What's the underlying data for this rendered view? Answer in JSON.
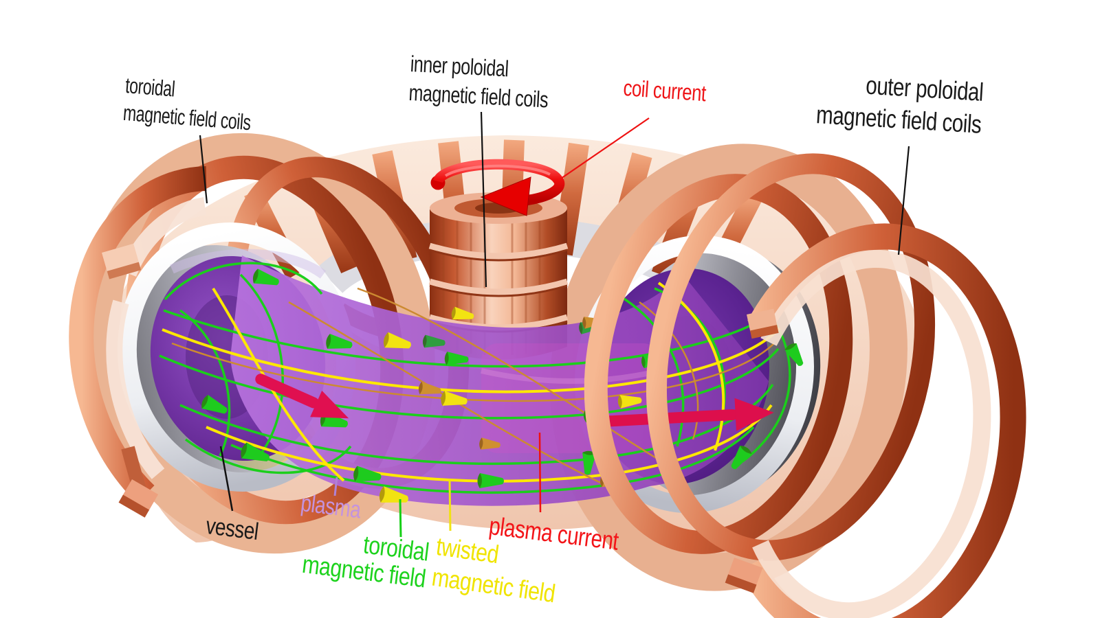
{
  "figure": {
    "diagram_type": "tokamak-3d-cutaway",
    "background": "#ffffff"
  },
  "labels": {
    "toroidal_coils": {
      "line1": "toroidal",
      "line2": "magnetic field coils",
      "color": "#1a1a1a"
    },
    "inner_poloidal_coils": {
      "line1": "inner poloidal",
      "line2": "magnetic field coils",
      "color": "#1a1a1a"
    },
    "coil_current": {
      "text": "coil current",
      "color": "#ee1316"
    },
    "outer_poloidal_coils": {
      "line1": "outer poloidal",
      "line2": "magnetic field coils",
      "color": "#1a1a1a"
    },
    "vessel": {
      "text": "vessel",
      "color": "#1a1a1a"
    },
    "plasma": {
      "text": "plasma",
      "color": "#c493de"
    },
    "toroidal_field": {
      "line1": "toroidal",
      "line2": "magnetic field",
      "color": "#1dd21d"
    },
    "twisted_field": {
      "line1": "twisted",
      "line2": "magnetic field",
      "color": "#f0e400"
    },
    "plasma_current": {
      "text": "plasma current",
      "color": "#f31418"
    }
  },
  "colors": {
    "copper_light": "#f6b892",
    "copper_mid": "#cf6a42",
    "copper_dark": "#8f3113",
    "pale_shell": "#f8e3d6",
    "plasma_band": "#a85fd2",
    "plasma_disc": "#5b2391",
    "vessel_white": "#f2f3f6",
    "vessel_gray": "#8f8f98",
    "field_green": "#1dd21d",
    "field_yellow": "#ffe800",
    "field_orange": "#cc8a30",
    "coil_current_red": "#ee0f0f",
    "plasma_current_pink": "#e01050"
  }
}
